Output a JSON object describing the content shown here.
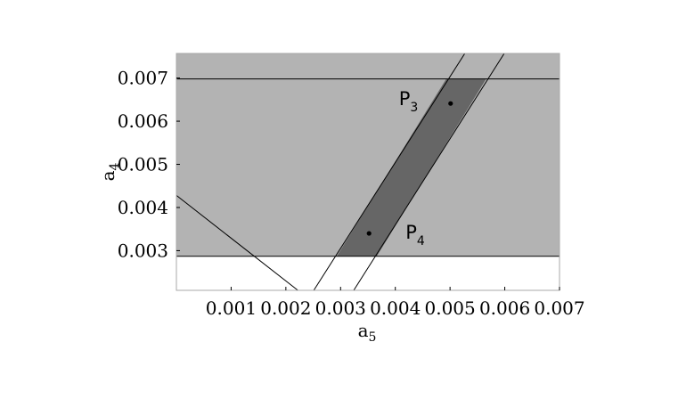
{
  "chart_data": {
    "type": "area",
    "title": "",
    "xlabel": {
      "base": "a",
      "sub": "5"
    },
    "ylabel": {
      "base": "a",
      "sub": "4"
    },
    "xlim": [
      0.0,
      0.007
    ],
    "ylim": [
      0.00208,
      0.00757
    ],
    "xticks": [
      {
        "value": 0.001,
        "label": "0.001"
      },
      {
        "value": 0.002,
        "label": "0.002"
      },
      {
        "value": 0.003,
        "label": "0.003"
      },
      {
        "value": 0.004,
        "label": "0.004"
      },
      {
        "value": 0.005,
        "label": "0.005"
      },
      {
        "value": 0.006,
        "label": "0.006"
      },
      {
        "value": 0.007,
        "label": "0.007"
      }
    ],
    "yticks": [
      {
        "value": 0.003,
        "label": "0.003"
      },
      {
        "value": 0.004,
        "label": "0.004"
      },
      {
        "value": 0.005,
        "label": "0.005"
      },
      {
        "value": 0.006,
        "label": "0.006"
      },
      {
        "value": 0.007,
        "label": "0.007"
      }
    ],
    "regions": {
      "light_band": {
        "y_min": 0.00287,
        "y_max": 0.00757,
        "color": "#b3b3b3"
      },
      "dark_strip": {
        "polygon": [
          [
            0.00293,
            0.00287
          ],
          [
            0.00366,
            0.00287
          ],
          [
            0.00566,
            0.00698
          ],
          [
            0.00493,
            0.00698
          ]
        ],
        "color": "#666666"
      }
    },
    "lines": [
      {
        "kind": "horizontal",
        "y": 0.00698
      },
      {
        "kind": "horizontal",
        "y": 0.00287
      },
      {
        "kind": "segment",
        "from": [
          0.0,
          0.00428
        ],
        "to": [
          0.00222,
          0.00208
        ]
      },
      {
        "kind": "segment",
        "from": [
          0.00251,
          0.00208
        ],
        "to": [
          0.00527,
          0.00757
        ]
      },
      {
        "kind": "segment",
        "from": [
          0.00324,
          0.00208
        ],
        "to": [
          0.00599,
          0.00757
        ]
      }
    ],
    "points": [
      {
        "base": "P",
        "sub": "3",
        "x": 0.00501,
        "y": 0.00641
      },
      {
        "base": "P",
        "sub": "4",
        "x": 0.00352,
        "y": 0.0034
      }
    ],
    "colors": {
      "light": "#b3b3b3",
      "dark": "#666666",
      "line": "#000000",
      "frame": "#a8a8a8"
    }
  }
}
